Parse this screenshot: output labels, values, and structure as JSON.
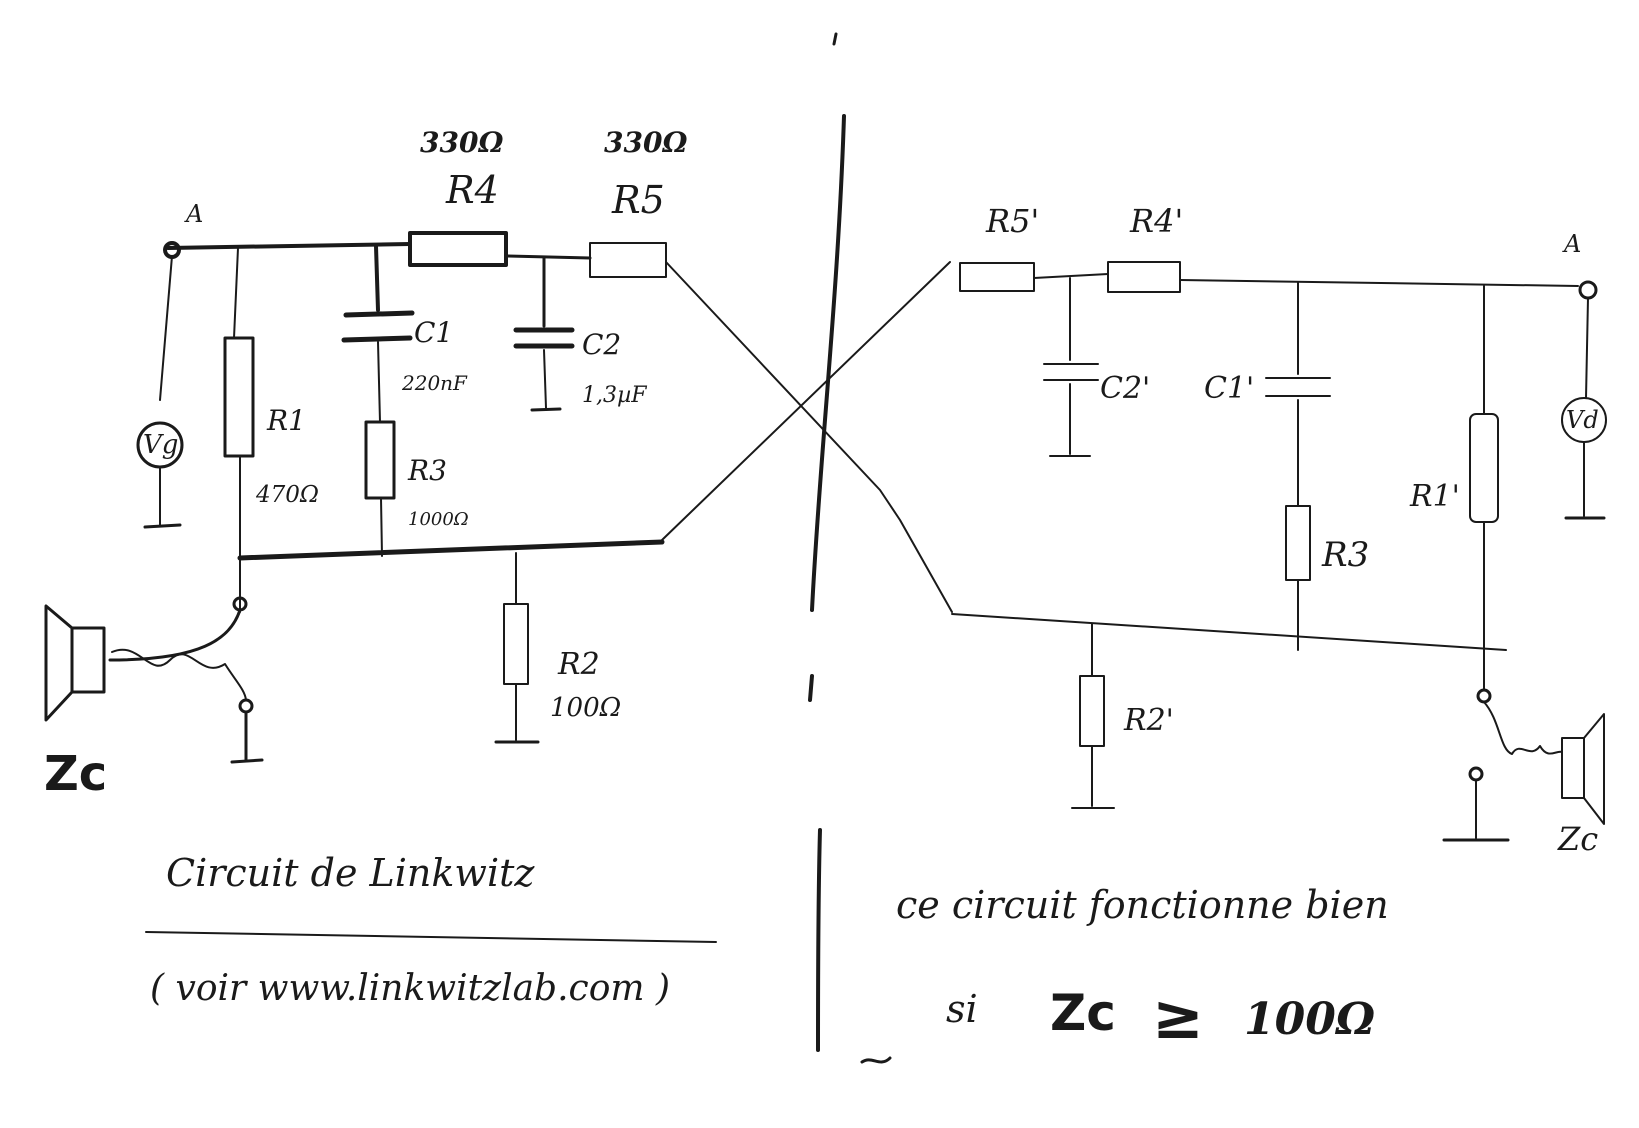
{
  "left_circuit": {
    "node_label": "A",
    "source_label": "Vg",
    "r1": {
      "name": "R1",
      "value": "470Ω"
    },
    "r2": {
      "name": "R2",
      "value": "100Ω"
    },
    "r3": {
      "name": "R3",
      "value": "1000Ω"
    },
    "r4": {
      "name": "R4",
      "value": "330Ω"
    },
    "r5": {
      "name": "R5",
      "value": "330Ω"
    },
    "c1": {
      "name": "C1",
      "value": "220nF"
    },
    "c2": {
      "name": "C2",
      "value": "1,3µF"
    },
    "load_label": "Zc"
  },
  "right_circuit": {
    "node_label": "A",
    "source_label": "Vd",
    "r1": "R1'",
    "r2": "R2'",
    "r3": "R3",
    "r4": "R4'",
    "r5": "R5'",
    "c1": "C1'",
    "c2": "C2'",
    "load_label": "Zc"
  },
  "caption_left": {
    "title": "Circuit de Linkwitz",
    "reference": "( voir www.linkwitzlab.com )"
  },
  "caption_right": {
    "line1": "ce circuit fonctionne bien",
    "condition_si": "si",
    "condition_zc": "Zc",
    "condition_op": "≥",
    "condition_value": "100Ω"
  },
  "colors": {
    "ink": "#1a1a1a",
    "paper": "#ffffff"
  }
}
